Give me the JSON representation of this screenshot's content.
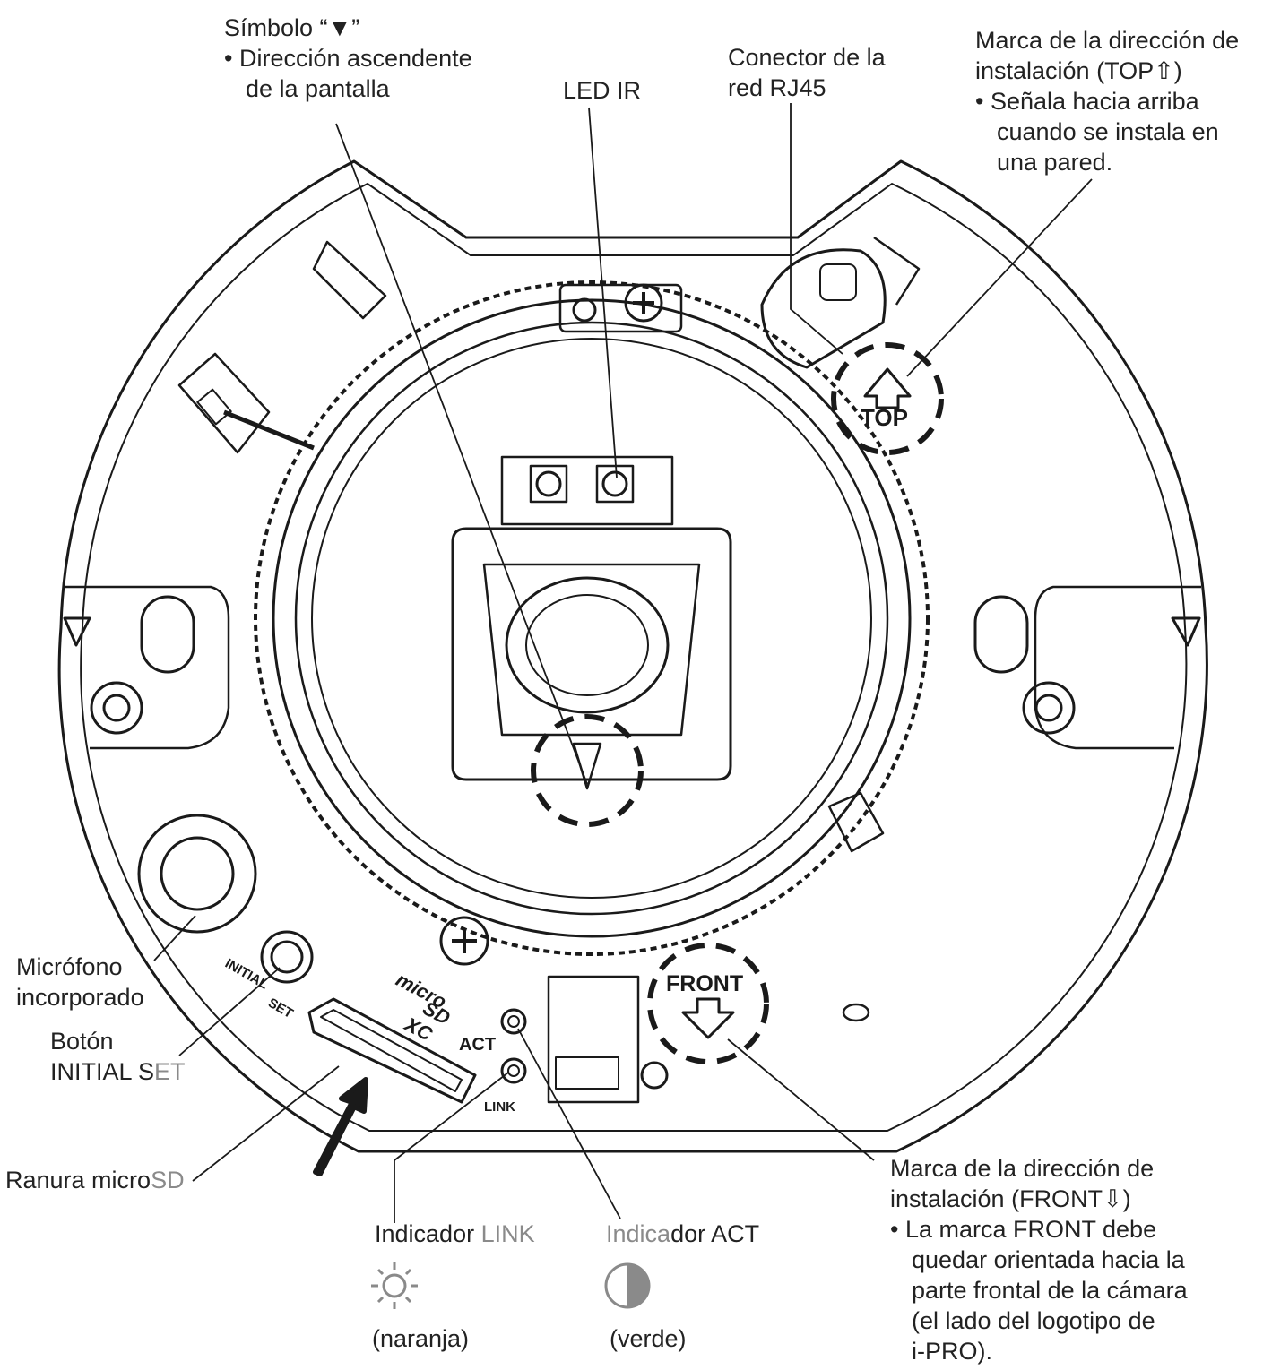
{
  "labels": {
    "simbolo": {
      "title": "Símbolo “▼”",
      "bullet": "Dirección ascendente",
      "bullet_cont": "de la pantalla"
    },
    "led_ir": "LED IR",
    "conector": {
      "line1": "Conector de la",
      "line2": "red RJ45"
    },
    "marca_top": {
      "line1": "Marca de la dirección de",
      "line2": "instalación (TOP⇧)",
      "bullet1": "Señala hacia arriba",
      "bullet2": "cuando se instala en",
      "bullet3": "una pared."
    },
    "microfono": {
      "line1": "Micrófono",
      "line2": "incorporado"
    },
    "boton": {
      "line1": "Botón",
      "line2a": "INITIAL S",
      "line2b": "ET"
    },
    "ranura": {
      "a": "Ranura micro",
      "b": "SD"
    },
    "marca_front": {
      "line1": "Marca de la dirección de",
      "line2": "instalación (FRONT⇩)",
      "bullet1": "La marca FRONT debe",
      "bullet2": "quedar orientada hacia la",
      "bullet3": "parte frontal de la cámara",
      "bullet4": "(el lado del logotipo de",
      "bullet5": "i-PRO)."
    },
    "indicador_link": {
      "a": "Indicador ",
      "b": "LINK",
      "color": "(naranja)"
    },
    "indicador_act": {
      "a": "Indica",
      "b": "dor ACT",
      "color": "(verde)"
    }
  },
  "device_marks": {
    "top": "TOP",
    "front": "FRONT",
    "initial": "INITIAL",
    "set": "SET",
    "act": "ACT",
    "link": "LINK",
    "micro": "micro",
    "sd": "SD",
    "xc": "XC"
  },
  "colors": {
    "line": "#1a1a1a",
    "gray_text": "#8a8a8a",
    "background": "#ffffff"
  }
}
